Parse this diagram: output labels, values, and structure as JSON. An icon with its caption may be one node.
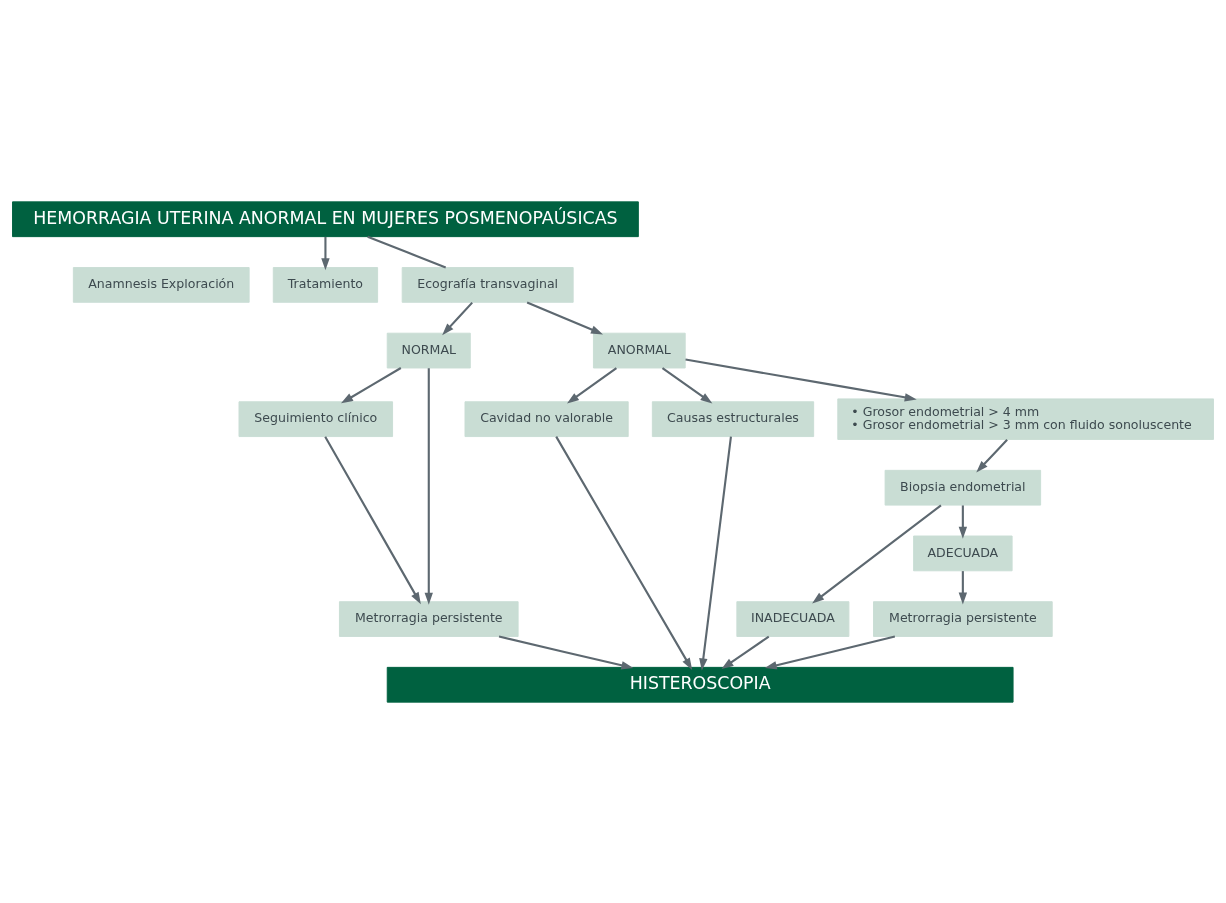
{
  "diagram": {
    "nodes": [
      {
        "text": [
          "HEMORRAGIA UTERINA ANORMAL EN MUJERES POSMENOPAÚSICAS"
        ]
      },
      {
        "text": [
          "Anamnesis Exploración"
        ]
      },
      {
        "text": [
          "Tratamiento"
        ]
      },
      {
        "text": [
          "Ecografía transvaginal"
        ]
      },
      {
        "text": [
          "NORMAL"
        ]
      },
      {
        "text": [
          "ANORMAL"
        ]
      },
      {
        "text": [
          "Seguimiento clínico"
        ]
      },
      {
        "text": [
          "Cavidad no valorable"
        ]
      },
      {
        "text": [
          "Causas estructurales"
        ]
      },
      {
        "text": [
          "• Grosor endometrial > 4 mm",
          "• Grosor endometrial > 3 mm con fluido sonoluscente"
        ]
      },
      {
        "text": [
          "Biopsia endometrial"
        ]
      },
      {
        "text": [
          "INADECUADA"
        ]
      },
      {
        "text": [
          "ADECUADA"
        ]
      },
      {
        "text": [
          "Metrorragia persistente"
        ]
      },
      {
        "text": [
          "Metrorragia persistente"
        ]
      },
      {
        "text": [
          "HISTEROSCOPIA"
        ]
      }
    ],
    "edges": [
      {
        "from": 0,
        "to": 2,
        "arrow": "to"
      },
      {
        "from": 0,
        "to": 3,
        "arrow": "none"
      },
      {
        "from": 3,
        "to": 4,
        "arrow": "to"
      },
      {
        "from": 3,
        "to": 5,
        "arrow": "to"
      },
      {
        "from": 4,
        "to": 6,
        "arrow": "to"
      },
      {
        "from": 4,
        "to": 13,
        "arrow": "to"
      },
      {
        "from": 5,
        "to": 7,
        "arrow": "to"
      },
      {
        "from": 5,
        "to": 8,
        "arrow": "to"
      },
      {
        "from": 5,
        "to": 9,
        "arrow": "to"
      },
      {
        "from": 6,
        "to": 13,
        "arrow": "to"
      },
      {
        "from": 9,
        "to": 10,
        "arrow": "to"
      },
      {
        "from": 10,
        "to": 11,
        "arrow": "to"
      },
      {
        "from": 10,
        "to": 12,
        "arrow": "to"
      },
      {
        "from": 12,
        "to": 14,
        "arrow": "to"
      },
      {
        "from": 13,
        "to": 15,
        "arrow": "to"
      },
      {
        "from": 7,
        "to": 15,
        "arrow": "to"
      },
      {
        "from": 8,
        "to": 15,
        "arrow": "to"
      },
      {
        "from": 11,
        "to": 15,
        "arrow": "to"
      },
      {
        "from": 14,
        "to": 15,
        "arrow": "to"
      }
    ]
  }
}
